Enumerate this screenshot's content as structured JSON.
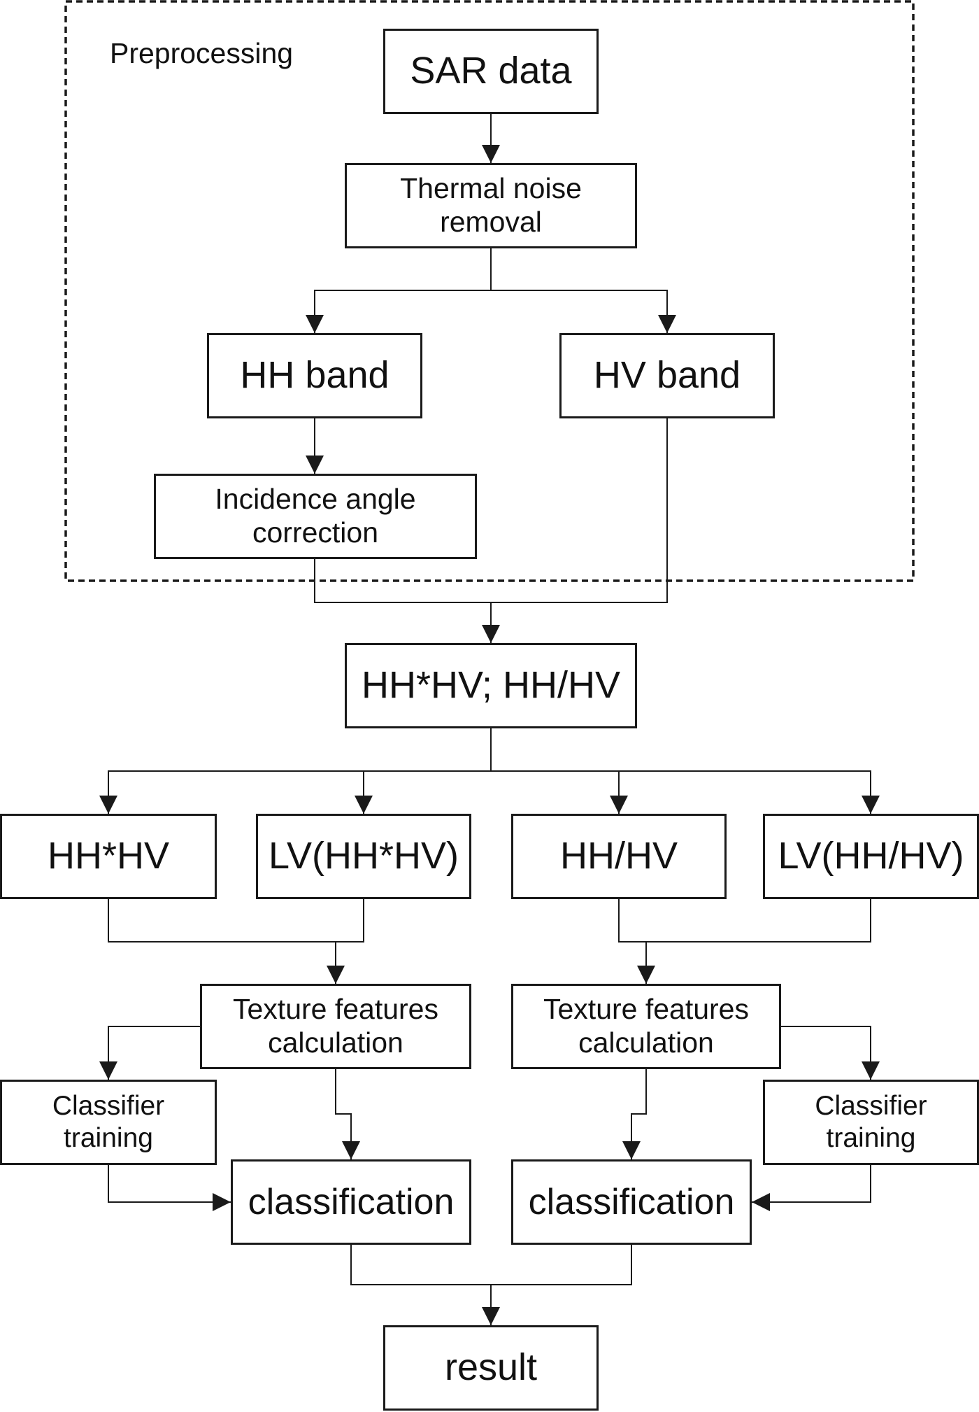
{
  "group": {
    "label": "Preprocessing"
  },
  "nodes": {
    "sar": "SAR data",
    "thermal": "Thermal noise\nremoval",
    "hh_band": "HH band",
    "hv_band": "HV band",
    "incidence": "Incidence angle\ncorrection",
    "combo": "HH*HV; HH/HV",
    "f1": "HH*HV",
    "f2": "LV(HH*HV)",
    "f3": "HH/HV",
    "f4": "LV(HH/HV)",
    "tex1": "Texture features\ncalculation",
    "tex2": "Texture features\ncalculation",
    "train1": "Classifier\ntraining",
    "train2": "Classifier\ntraining",
    "class1": "classification",
    "class2": "classification",
    "result": "result"
  },
  "edges": [
    [
      "sar",
      "thermal"
    ],
    [
      "thermal",
      "hh_band"
    ],
    [
      "thermal",
      "hv_band"
    ],
    [
      "hh_band",
      "incidence"
    ],
    [
      "incidence",
      "combo"
    ],
    [
      "hv_band",
      "combo"
    ],
    [
      "combo",
      "f1"
    ],
    [
      "combo",
      "f2"
    ],
    [
      "combo",
      "f3"
    ],
    [
      "combo",
      "f4"
    ],
    [
      "f1",
      "tex1"
    ],
    [
      "f2",
      "tex1"
    ],
    [
      "f3",
      "tex2"
    ],
    [
      "f4",
      "tex2"
    ],
    [
      "tex1",
      "train1"
    ],
    [
      "tex1",
      "class1"
    ],
    [
      "train1",
      "class1"
    ],
    [
      "tex2",
      "train2"
    ],
    [
      "tex2",
      "class2"
    ],
    [
      "train2",
      "class2"
    ],
    [
      "class1",
      "result"
    ],
    [
      "class2",
      "result"
    ]
  ]
}
